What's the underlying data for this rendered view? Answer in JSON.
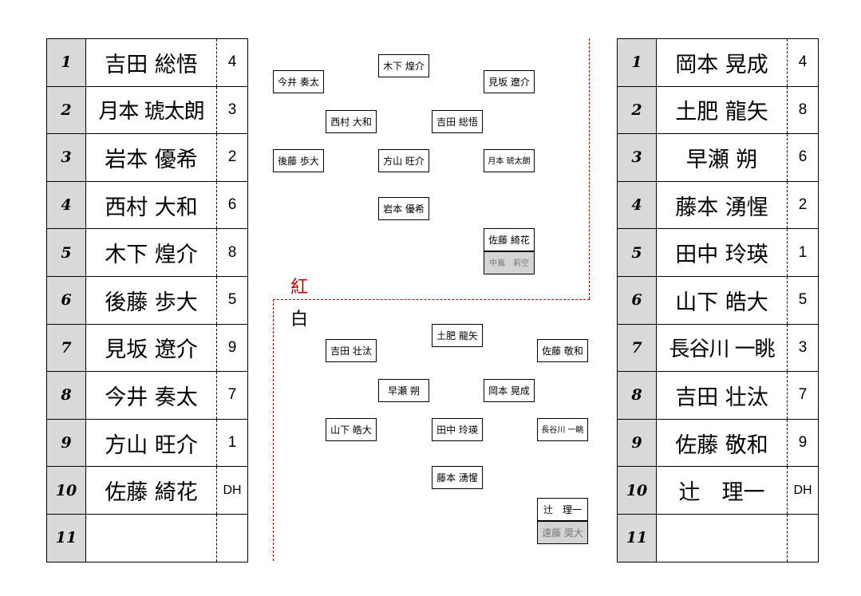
{
  "left_lineup": [
    {
      "order": "1",
      "name": "吉田 総悟",
      "position": "4"
    },
    {
      "order": "2",
      "name": "月本 琥太朗",
      "position": "3"
    },
    {
      "order": "3",
      "name": "岩本 優希",
      "position": "2"
    },
    {
      "order": "4",
      "name": "西村 大和",
      "position": "6"
    },
    {
      "order": "5",
      "name": "木下 煌介",
      "position": "8"
    },
    {
      "order": "6",
      "name": "後藤 歩大",
      "position": "5"
    },
    {
      "order": "7",
      "name": "見坂 遼介",
      "position": "9"
    },
    {
      "order": "8",
      "name": "今井 奏太",
      "position": "7"
    },
    {
      "order": "9",
      "name": "方山 旺介",
      "position": "1"
    },
    {
      "order": "10",
      "name": "佐藤 綺花",
      "position": "DH"
    },
    {
      "order": "11",
      "name": "",
      "position": ""
    }
  ],
  "right_lineup": [
    {
      "order": "1",
      "name": "岡本 晃成",
      "position": "4"
    },
    {
      "order": "2",
      "name": "土肥 龍矢",
      "position": "8"
    },
    {
      "order": "3",
      "name": "早瀬 朔",
      "position": "6"
    },
    {
      "order": "4",
      "name": "藤本 湧惺",
      "position": "2"
    },
    {
      "order": "5",
      "name": "田中 玲瑛",
      "position": "1"
    },
    {
      "order": "6",
      "name": "山下 皓大",
      "position": "5"
    },
    {
      "order": "7",
      "name": "長谷川 一眺",
      "position": "3"
    },
    {
      "order": "8",
      "name": "吉田 壮汰",
      "position": "7"
    },
    {
      "order": "9",
      "name": "佐藤 敬和",
      "position": "9"
    },
    {
      "order": "10",
      "name": "辻　理一",
      "position": "DH"
    },
    {
      "order": "11",
      "name": "",
      "position": ""
    }
  ],
  "team_labels": {
    "red": "紅",
    "white": "白"
  },
  "red_field": {
    "cf": "木下 煌介",
    "lf": "今井 奏太",
    "rf": "見坂 遼介",
    "ss": "西村 大和",
    "second": "吉田 総悟",
    "third": "後藤 歩大",
    "pitcher": "方山 旺介",
    "first": "月本 琥太朗",
    "catcher": "岩本 優希",
    "dh": "佐藤 綺花",
    "sub": "中嶌　莉空"
  },
  "white_field": {
    "cf": "土肥 龍矢",
    "lf": "吉田 壮汰",
    "rf": "佐藤 敬和",
    "ss": "早瀬 朔",
    "second": "岡本 晃成",
    "third": "山下 皓大",
    "pitcher": "田中 玲瑛",
    "first": "長谷川 一眺",
    "catcher": "藤本 湧惺",
    "dh": "辻　理一",
    "sub": "遠藤 奨大"
  }
}
